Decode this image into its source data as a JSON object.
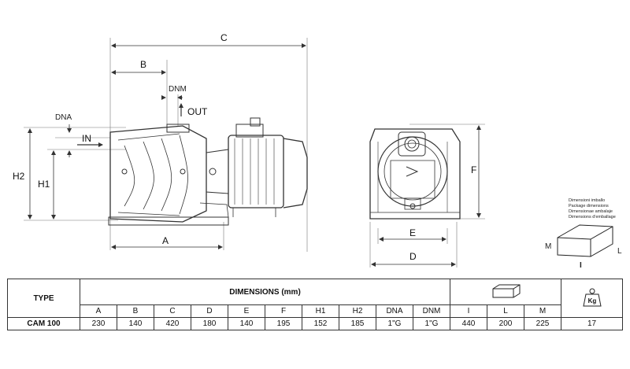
{
  "drawing": {
    "labels": {
      "c": "C",
      "b": "B",
      "dnm": "DNM",
      "out": "OUT",
      "dna": "DNA",
      "in": "IN",
      "h2": "H2",
      "h1": "H1",
      "a": "A",
      "e": "E",
      "d": "D",
      "f": "F"
    },
    "package": {
      "lines": [
        "Dimensioni imballo",
        "Package dimensions",
        "Dimensionae ambalaje",
        "Dimensions d'emballage"
      ],
      "m": "M",
      "l": "L",
      "i": "I"
    }
  },
  "table": {
    "type_header": "TYPE",
    "dimensions_header": "DIMENSIONS (mm)",
    "weight_unit": "Kg",
    "columns": [
      "A",
      "B",
      "C",
      "D",
      "E",
      "F",
      "H1",
      "H2",
      "DNA",
      "DNM",
      "I",
      "L",
      "M"
    ],
    "rows": [
      {
        "model": "CAM 100",
        "values": [
          "230",
          "140",
          "420",
          "180",
          "140",
          "195",
          "152",
          "185",
          "1\"G",
          "1\"G",
          "440",
          "200",
          "225"
        ],
        "weight": "17"
      }
    ]
  }
}
